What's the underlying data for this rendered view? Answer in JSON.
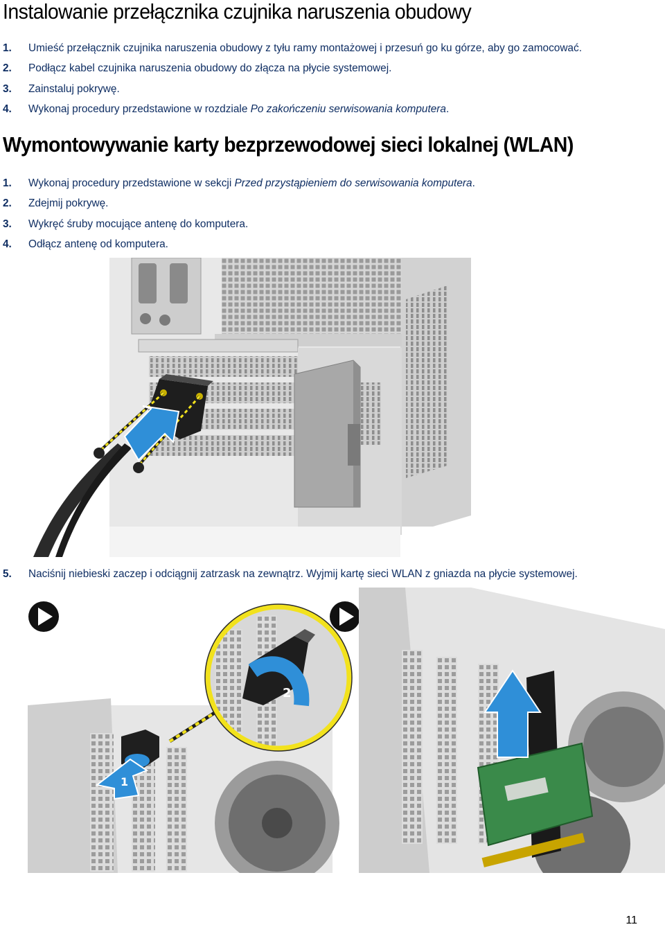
{
  "section1": {
    "title": "Instalowanie przełącznika czujnika naruszenia obudowy",
    "steps": [
      {
        "n": "1.",
        "text": "Umieść przełącznik czujnika naruszenia obudowy z tyłu ramy montażowej i przesuń go ku górze, aby go zamocować."
      },
      {
        "n": "2.",
        "text": "Podłącz kabel czujnika naruszenia obudowy do złącza na płycie systemowej."
      },
      {
        "n": "3.",
        "text": "Zainstaluj pokrywę."
      },
      {
        "n": "4.",
        "pre": "Wykonaj procedury przedstawione w rozdziale ",
        "em": "Po zakończeniu serwisowania komputera",
        "post": "."
      }
    ]
  },
  "section2": {
    "title": "Wymontowywanie karty bezprzewodowej sieci lokalnej (WLAN)",
    "steps": [
      {
        "n": "1.",
        "pre": "Wykonaj procedury przedstawione w sekcji ",
        "em": "Przed przystąpieniem do serwisowania komputera",
        "post": "."
      },
      {
        "n": "2.",
        "text": "Zdejmij pokrywę."
      },
      {
        "n": "3.",
        "text": "Wykręć śruby mocujące antenę do komputera."
      },
      {
        "n": "4.",
        "text": "Odłącz antenę od komputera."
      }
    ],
    "step5": {
      "n": "5.",
      "text": "Naciśnij niebieski zaczep i odciągnij zatrzask na zewnątrz. Wyjmij kartę sieci WLAN z gniazda na płycie systemowej."
    }
  },
  "figure2": {
    "callout1": "1",
    "callout2": "2"
  },
  "page_number": "11",
  "colors": {
    "link_text": "#0f2e63",
    "callout_blue": "#2f8fd8",
    "highlight_yellow": "#f2e21d"
  }
}
